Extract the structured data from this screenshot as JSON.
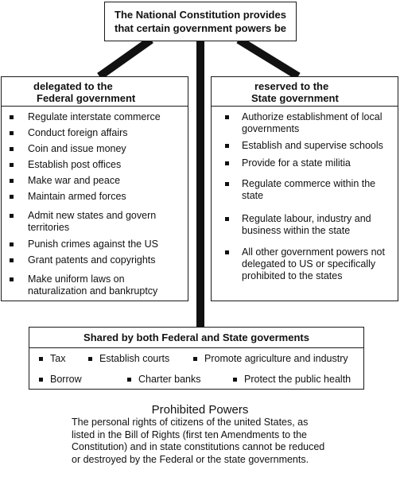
{
  "top": {
    "line1": "The National Constitution provides",
    "line2": "that certain government powers be"
  },
  "federal": {
    "heading_line1": "delegated to the",
    "heading_line2": "Federal government",
    "items": [
      "Regulate interstate commerce",
      "Conduct foreign affairs",
      "Coin and  issue money",
      "Establish post offices",
      "Make war and peace",
      "Maintain  armed forces",
      "Admit new states and govern territories",
      "Punish crimes against the US",
      "Grant patents and copyrights",
      "Make uniform laws on naturalization and bankruptcy"
    ]
  },
  "state": {
    "heading_line1": "reserved to the",
    "heading_line2": "State government",
    "items": [
      "Authorize establishment of local governments",
      "Establish and supervise schools",
      "Provide for a state militia",
      "Regulate commerce within the state",
      "Regulate labour, industry and business within the state",
      "All other government powers not delegated to US or specifically prohibited to the states"
    ]
  },
  "shared": {
    "heading": "Shared by both Federal and State goverments",
    "row1": [
      "Tax",
      "Establish courts",
      "Promote agriculture and industry"
    ],
    "row2": [
      "Borrow",
      "Charter banks",
      "Protect the public health"
    ]
  },
  "prohibited": {
    "title": "Prohibited Powers",
    "text": "The personal rights of citizens of the united States, as listed in the Bill of Rights (first ten Amendments to the Constitution) and in state constitutions cannot be reduced or destroyed by the Federal or the state governments."
  }
}
